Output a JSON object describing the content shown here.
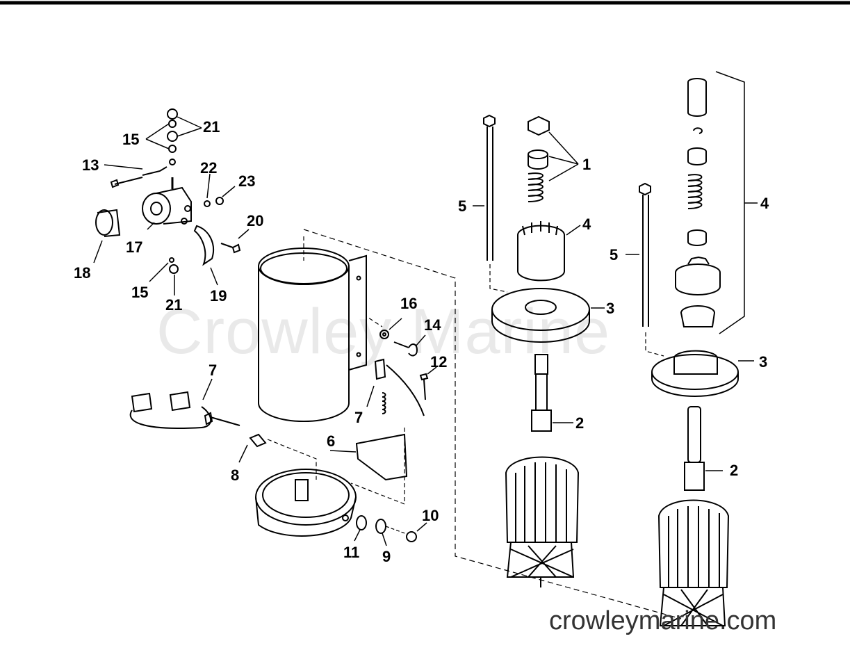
{
  "diagram": {
    "title": "Starter Motor Exploded View",
    "watermark": "Crowley Marine",
    "website": "crowleymarine.com",
    "colors": {
      "line": "#000000",
      "watermark": "#e9e9e9",
      "website": "#333333"
    }
  },
  "callouts": [
    {
      "id": "c21a",
      "label": "21"
    },
    {
      "id": "c15a",
      "label": "15"
    },
    {
      "id": "c13",
      "label": "13"
    },
    {
      "id": "c22",
      "label": "22"
    },
    {
      "id": "c23",
      "label": "23"
    },
    {
      "id": "c20",
      "label": "20"
    },
    {
      "id": "c17",
      "label": "17"
    },
    {
      "id": "c18",
      "label": "18"
    },
    {
      "id": "c15b",
      "label": "15"
    },
    {
      "id": "c21b",
      "label": "21"
    },
    {
      "id": "c19",
      "label": "19"
    },
    {
      "id": "c16",
      "label": "16"
    },
    {
      "id": "c14",
      "label": "14"
    },
    {
      "id": "c12",
      "label": "12"
    },
    {
      "id": "c7a",
      "label": "7"
    },
    {
      "id": "c7b",
      "label": "7"
    },
    {
      "id": "c6",
      "label": "6"
    },
    {
      "id": "c8",
      "label": "8"
    },
    {
      "id": "c11",
      "label": "11"
    },
    {
      "id": "c9",
      "label": "9"
    },
    {
      "id": "c10",
      "label": "10"
    },
    {
      "id": "c1",
      "label": "1"
    },
    {
      "id": "c4a",
      "label": "4"
    },
    {
      "id": "c5a",
      "label": "5"
    },
    {
      "id": "c3a",
      "label": "3"
    },
    {
      "id": "c2a",
      "label": "2"
    },
    {
      "id": "c5b",
      "label": "5"
    },
    {
      "id": "c4b",
      "label": "4"
    },
    {
      "id": "c3b",
      "label": "3"
    },
    {
      "id": "c2b",
      "label": "2"
    }
  ]
}
